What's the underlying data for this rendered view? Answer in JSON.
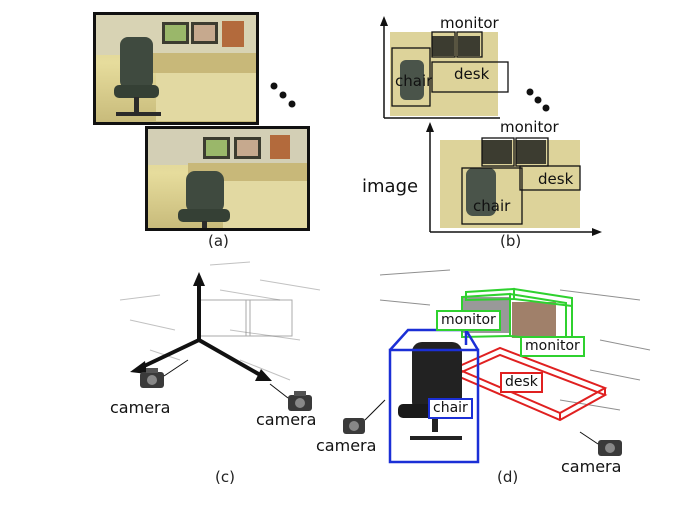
{
  "panel_a": {
    "caption": "(a)"
  },
  "panel_b": {
    "caption": "(b)",
    "axis_label": "image",
    "back_frame": {
      "monitor": "monitor",
      "chair": "chair",
      "desk": "desk"
    },
    "front_frame": {
      "monitor": "monitor",
      "chair": "chair",
      "desk": "desk"
    }
  },
  "panel_c": {
    "caption": "(c)",
    "camera_left": "camera",
    "camera_right": "camera"
  },
  "panel_d": {
    "caption": "(d)",
    "monitor_left": "monitor",
    "monitor_right": "monitor",
    "desk": "desk",
    "chair": "chair",
    "camera_left": "camera",
    "camera_right": "camera"
  },
  "colors": {
    "chair_box": "#1b2fd6",
    "monitor_box": "#2fd12f",
    "desk_box": "#e02020",
    "frame": "#111111"
  }
}
